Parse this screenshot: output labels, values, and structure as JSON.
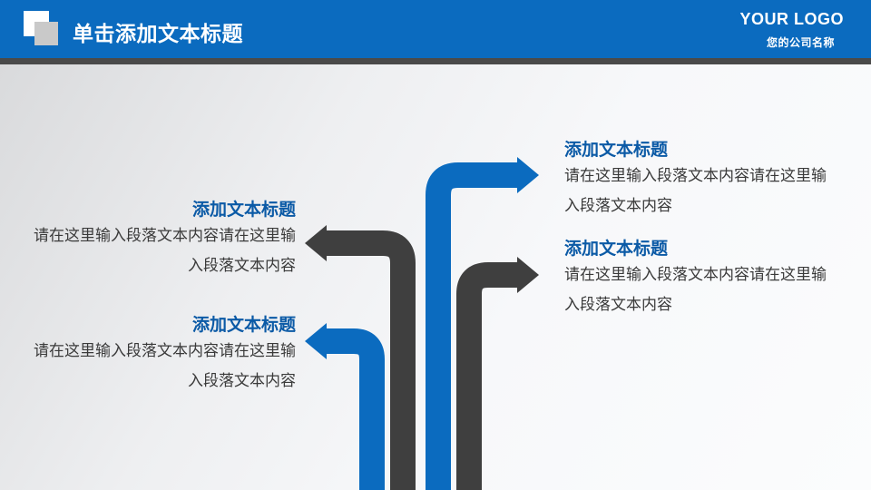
{
  "header": {
    "title": "单击添加文本标题",
    "logo": "YOUR LOGO",
    "company": "您的公司名称"
  },
  "colors": {
    "accent_blue": "#0b6bbf",
    "dark_gray": "#3f3f3f",
    "title_blue": "#0b5aa6"
  },
  "cards": {
    "left_top": {
      "title": "添加文本标题",
      "body": "请在这里输入段落文本内容请在这里输入段落文本内容"
    },
    "left_bottom": {
      "title": "添加文本标题",
      "body": "请在这里输入段落文本内容请在这里输入段落文本内容"
    },
    "right_top": {
      "title": "添加文本标题",
      "body": "请在这里输入段落文本内容请在这里输入段落文本内容"
    },
    "right_bottom": {
      "title": "添加文本标题",
      "body": "请在这里输入段落文本内容请在这里输入段落文本内容"
    }
  }
}
